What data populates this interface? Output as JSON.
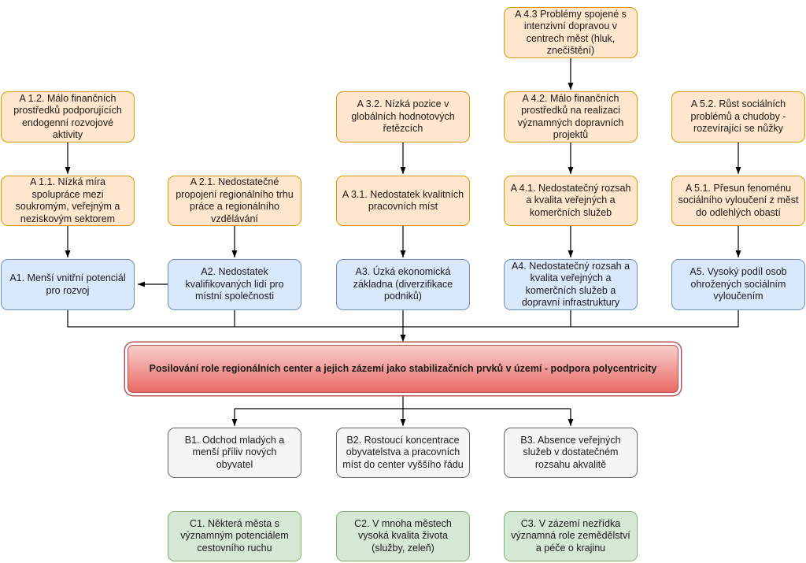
{
  "nodes": {
    "a12": "A 1.2. Málo finančních prostředků podporujících endogenní rozvojové aktivity",
    "a11": "A 1.1. Nízká míra spolupráce mezi soukromým, veřejným a neziskovým sektorem",
    "a21": "A 2.1. Nedostatečné propojení regionálního trhu práce a regionálního vzdělávání",
    "a32": "A 3.2. Nízká pozice v globálních hodnotových řetězcích",
    "a31": "A 3.1. Nedostatek kvalitních pracovních míst",
    "a43": "A 4.3 Problémy spojené s intenzivní dopravou v centrech měst (hluk, znečištění)",
    "a42": "A 4.2. Málo finančních prostředků na realizaci významných dopravních projektů",
    "a41": "A 4.1. Nedostatečný rozsah a kvalita veřejných a komerčních služeb",
    "a52": "A 5.2. Růst sociálních problémů a chudoby - rozevírající se nůžky",
    "a51": "A 5.1. Přesun fenoménu sociálního vyloučení z měst do odlehlých obastí",
    "a1": "A1. Menší vnitřní potenciál pro rozvoj",
    "a2": "A2. Nedostatek kvalifikovaných lidí pro místní společnosti",
    "a3": "A3. Úzká ekonomická základna (diverzifikace podniků)",
    "a4": "A4. Nedostatečný rozsah a kvalita veřejných a komerčních služeb a dopravní infrastruktury",
    "a5": "A5. Vysoký podíl osob ohrožených sociálním vyloučením",
    "central": "Posilování role regionálních center a jejich zázemí jako stabilizačních prvků v území - podpora polycentricity",
    "b1": "B1. Odchod mladých a menší příliv nových obyvatel",
    "b2": "B2. Rostoucí koncentrace obyvatelstva a pracovních míst do center vyššího řádu",
    "b3": "B3. Absence veřejných služeb v dostatečném rozsahu akvalitě",
    "c1": "C1. Některá města s významným potenciálem cestovního ruchu",
    "c2": "C2. V mnoha městech vysoká kvalita života (služby, zeleň)",
    "c3": "C3. V zázemí nezřídka významná role zemědělství a péče o krajinu"
  },
  "colors": {
    "orange_fill": "#ffe6cc",
    "blue_fill": "#dae8fc",
    "gray_fill": "#f5f5f5",
    "green_fill": "#d5e8d4",
    "central_fill": "#ea6b66"
  }
}
